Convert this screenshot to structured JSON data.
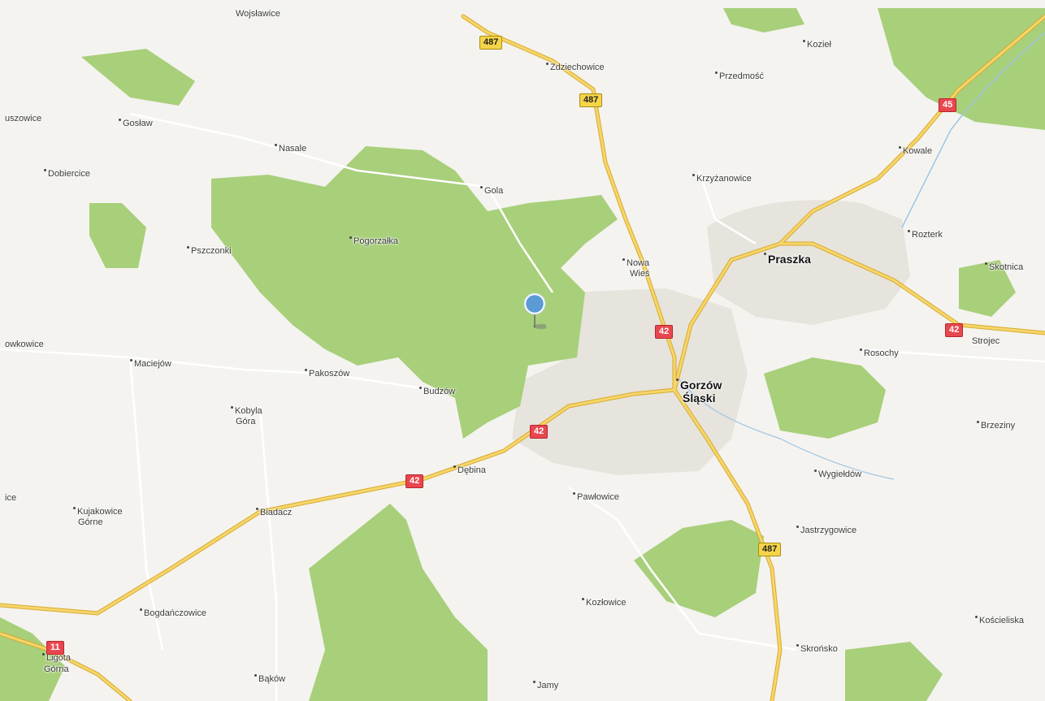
{
  "map": {
    "colors": {
      "background": "#f4f3ef",
      "forest": "#a8cf7a",
      "urban": "#e6e4dc",
      "water": "#9ec4e6",
      "road_major": "#f2c94c",
      "road_minor": "#ffffff",
      "shield_red": "#e8474f",
      "shield_yellow": "#f5d548",
      "marker": "#5b9bd5"
    },
    "marker_icon": "map-pin-icon",
    "places": [
      {
        "name": "Wojsławice"
      },
      {
        "name": "Zdziechowice"
      },
      {
        "name": "Kozieł"
      },
      {
        "name": "Przedmość"
      },
      {
        "name": "uszowice"
      },
      {
        "name": "Gosław"
      },
      {
        "name": "Nasale"
      },
      {
        "name": "Dobiercice"
      },
      {
        "name": "Gola"
      },
      {
        "name": "Krzyżanowice"
      },
      {
        "name": "Kowale"
      },
      {
        "name": "Pogorzałka"
      },
      {
        "name": "Pszczonki"
      },
      {
        "name": "Rozterk"
      },
      {
        "name": "Nowa"
      },
      {
        "name": "Wieś"
      },
      {
        "name": "Praszka"
      },
      {
        "name": "Skotnica"
      },
      {
        "name": "Strojec"
      },
      {
        "name": "Rosochy"
      },
      {
        "name": "owkowice"
      },
      {
        "name": "Maciejów"
      },
      {
        "name": "Pakoszów"
      },
      {
        "name": "Gorzów"
      },
      {
        "name": "Śląski"
      },
      {
        "name": "Budzów"
      },
      {
        "name": "Kobyla"
      },
      {
        "name": "Góra"
      },
      {
        "name": "Brzeziny"
      },
      {
        "name": "Dębina"
      },
      {
        "name": "Wygiełdów"
      },
      {
        "name": "Pawłowice"
      },
      {
        "name": "ice"
      },
      {
        "name": "Kujakowice"
      },
      {
        "name": "Górne"
      },
      {
        "name": "Biadacz"
      },
      {
        "name": "Jastrzygowice"
      },
      {
        "name": "Kozłowice"
      },
      {
        "name": "Bogdańczowice"
      },
      {
        "name": "Kościeliska"
      },
      {
        "name": "Ligota"
      },
      {
        "name": "Górna"
      },
      {
        "name": "Skrońsko"
      },
      {
        "name": "Bąków"
      },
      {
        "name": "Jamy"
      }
    ],
    "road_shields": [
      {
        "number": "487"
      },
      {
        "number": "487"
      },
      {
        "number": "45"
      },
      {
        "number": "42"
      },
      {
        "number": "42"
      },
      {
        "number": "42"
      },
      {
        "number": "42"
      },
      {
        "number": "487"
      },
      {
        "number": "11"
      }
    ]
  }
}
